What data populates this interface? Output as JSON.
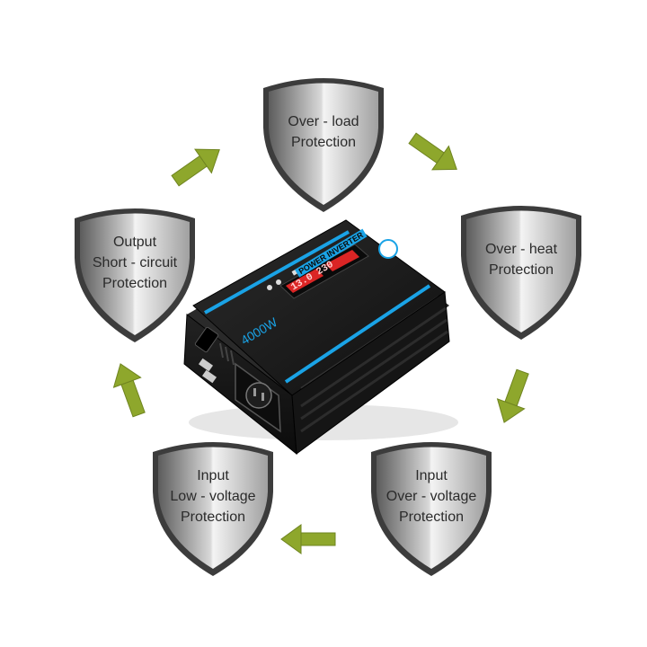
{
  "shields": [
    {
      "id": "overload",
      "lines": [
        "Over - load",
        "Protection"
      ]
    },
    {
      "id": "overheat",
      "lines": [
        "Over - heat",
        "Protection"
      ]
    },
    {
      "id": "input-overvoltage",
      "lines": [
        "Input",
        "Over - voltage",
        "Protection"
      ]
    },
    {
      "id": "input-lowvoltage",
      "lines": [
        "Input",
        "Low - voltage",
        "Protection"
      ]
    },
    {
      "id": "output-short",
      "lines": [
        "Output",
        "Short - circuit",
        "Protection"
      ]
    }
  ],
  "inverter": {
    "brand_label": "POWER INVERTER",
    "wattage": "4000W",
    "display_reading": "13.0 230"
  },
  "colors": {
    "arrow": "#8ea72c",
    "shield_dark": "#6d6d6d",
    "shield_light": "#f2f2f2",
    "inverter_body": "#1b1b1b",
    "accent_blue": "#1aa3e6",
    "display_red": "#ff2a2a"
  }
}
